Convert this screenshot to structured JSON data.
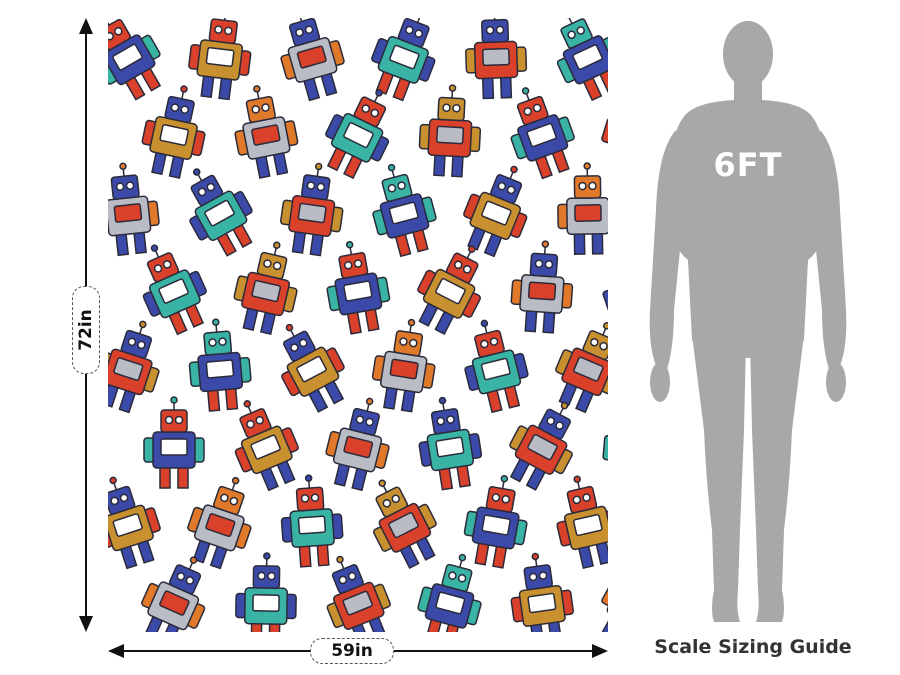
{
  "dimensions": {
    "width": "59in",
    "height": "72in"
  },
  "figure": {
    "height_label": "6FT"
  },
  "guide": {
    "title": "Scale Sizing Guide"
  },
  "pattern": {
    "subject": "robot-wallpaper-pattern",
    "colors": {
      "blue": "#3b4aa8",
      "red": "#d9412b",
      "teal": "#39b3a3",
      "gold": "#c8902e",
      "grey": "#b9bcc4",
      "orange": "#e07a2a"
    }
  },
  "colors": {
    "figure": "#a8a8a8",
    "arrow": "#111111"
  }
}
